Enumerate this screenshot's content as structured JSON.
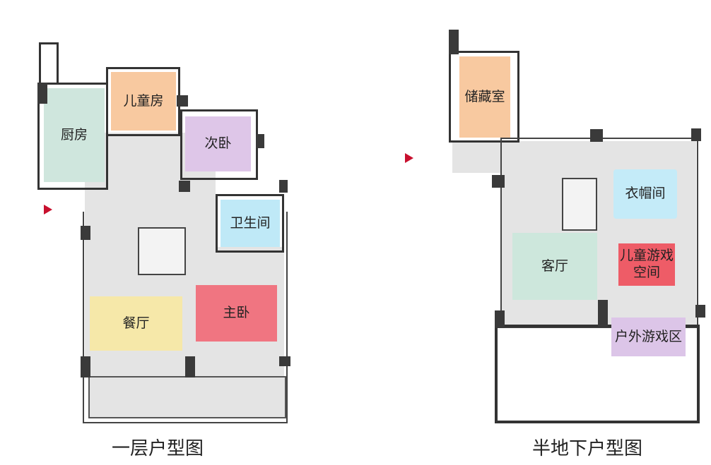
{
  "ground_floor": {
    "caption": "一层户型图",
    "rooms": {
      "kitchen": {
        "label": "厨房",
        "color": "#cfe6dd"
      },
      "kids_room": {
        "label": "儿童房",
        "color": "#f8c9a0"
      },
      "second_bedroom": {
        "label": "次卧",
        "color": "#dec6e8"
      },
      "bathroom": {
        "label": "卫生间",
        "color": "#bfe9f7"
      },
      "dining": {
        "label": "餐厅",
        "color": "#f6e8a9"
      },
      "master_bedroom": {
        "label": "主卧",
        "color": "#f07581"
      }
    },
    "entrance_marker_color": "#c8102e"
  },
  "basement": {
    "caption": "半地下户型图",
    "rooms": {
      "storage": {
        "label": "储藏室",
        "color": "#f8c9a0"
      },
      "cloakroom": {
        "label": "衣帽间",
        "color": "#c4ebf8"
      },
      "living": {
        "label": "客厅",
        "color": "#cde7dc"
      },
      "kids_play": {
        "label": "儿童游戏\n空间",
        "color": "#ee5c67"
      },
      "outdoor_play": {
        "label": "户外游戏区",
        "color": "#dcc5e8"
      }
    },
    "entrance_marker_color": "#c8102e"
  }
}
